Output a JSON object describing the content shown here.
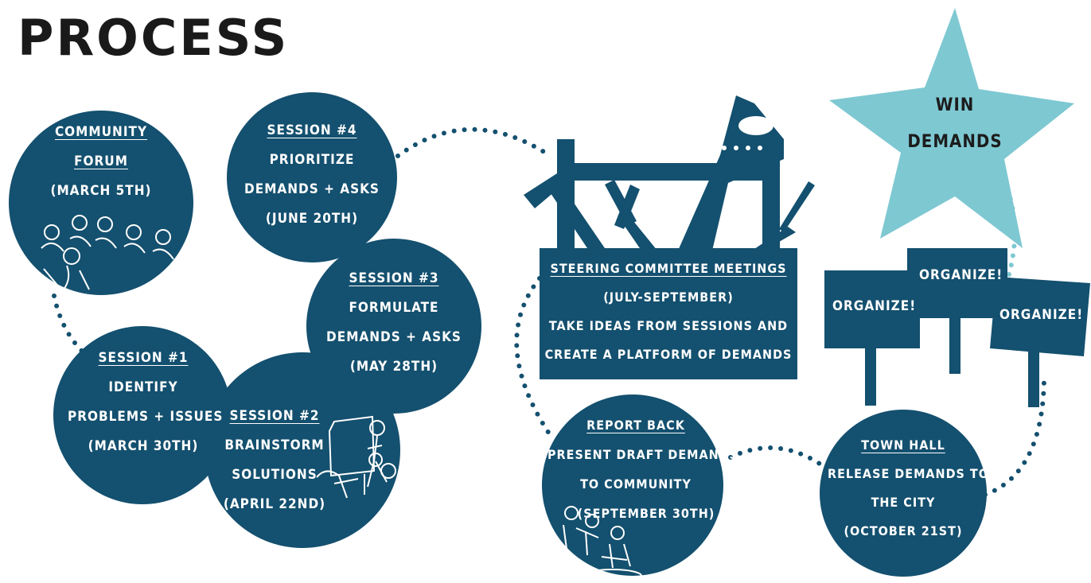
{
  "title": "PROCESS",
  "star": {
    "line1": "WIN",
    "line2": "DEMANDS"
  },
  "forum": {
    "title1": "COMMUNITY",
    "title2": "FORUM",
    "date": "(MARCH 5TH)"
  },
  "s1": {
    "title": "SESSION #1",
    "l1": "IDENTIFY",
    "l2": "PROBLEMS + ISSUES",
    "date": "(MARCH 30TH)"
  },
  "s2": {
    "title": "SESSION #2",
    "l1": "BRAINSTORM",
    "l2": "SOLUTIONS",
    "date": "(APRIL 22ND)"
  },
  "s3": {
    "title": "SESSION #3",
    "l1": "FORMULATE",
    "l2": "DEMANDS + ASKS",
    "date": "(MAY 28TH)"
  },
  "s4": {
    "title": "SESSION #4",
    "l1": "PRIORITIZE",
    "l2": "DEMANDS + ASKS",
    "date": "(JUNE 20TH)"
  },
  "steering": {
    "title": "STEERING COMMITTEE MEETINGS",
    "date": "(JULY-SEPTEMBER)",
    "l1": "TAKE IDEAS FROM SESSIONS AND",
    "l2": "CREATE A PLATFORM OF DEMANDS"
  },
  "report": {
    "title": "REPORT BACK",
    "l1": "PRESENT DRAFT DEMANDS",
    "l2": "TO COMMUNITY",
    "date": "(SEPTEMBER 30TH)"
  },
  "town": {
    "title": "TOWN HALL",
    "l1": "RELEASE DEMANDS TO",
    "l2": "THE CITY",
    "date": "(OCTOBER 21ST)"
  },
  "signs": [
    "ORGANIZE!",
    "ORGANIZE!",
    "ORGANIZE!"
  ],
  "colors": {
    "navy": "#14506f",
    "star": "#7ec8d2",
    "title": "#1a1a1a",
    "text": "#ffffff"
  },
  "icons": [
    "people-sketch-icon",
    "whiteboard-sketch-icon",
    "meeting-sketch-icon",
    "hammer-icon",
    "pliers-icon",
    "saw-icon",
    "screwdriver-icon"
  ]
}
